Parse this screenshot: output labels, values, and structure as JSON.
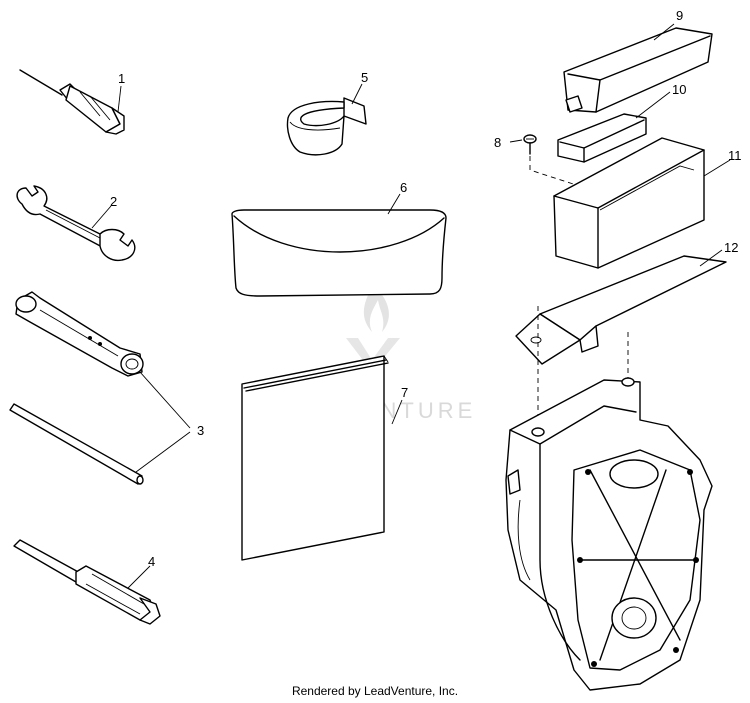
{
  "callouts": [
    {
      "number": "1",
      "part": "screwdriver"
    },
    {
      "number": "2",
      "part": "open-end-wrench"
    },
    {
      "number": "3",
      "part": "spark-plug-wrench-and-bar"
    },
    {
      "number": "4",
      "part": "phillips-screwdriver"
    },
    {
      "number": "5",
      "part": "strap"
    },
    {
      "number": "6",
      "part": "tool-pouch"
    },
    {
      "number": "7",
      "part": "owners-manual"
    },
    {
      "number": "8",
      "part": "screw"
    },
    {
      "number": "9",
      "part": "battery-cover"
    },
    {
      "number": "10",
      "part": "pad"
    },
    {
      "number": "11",
      "part": "battery-box"
    },
    {
      "number": "12",
      "part": "bracket"
    }
  ],
  "watermark": {
    "text": "LEADVENTURE"
  },
  "footer": {
    "text": "Rendered by LeadVenture, Inc."
  }
}
